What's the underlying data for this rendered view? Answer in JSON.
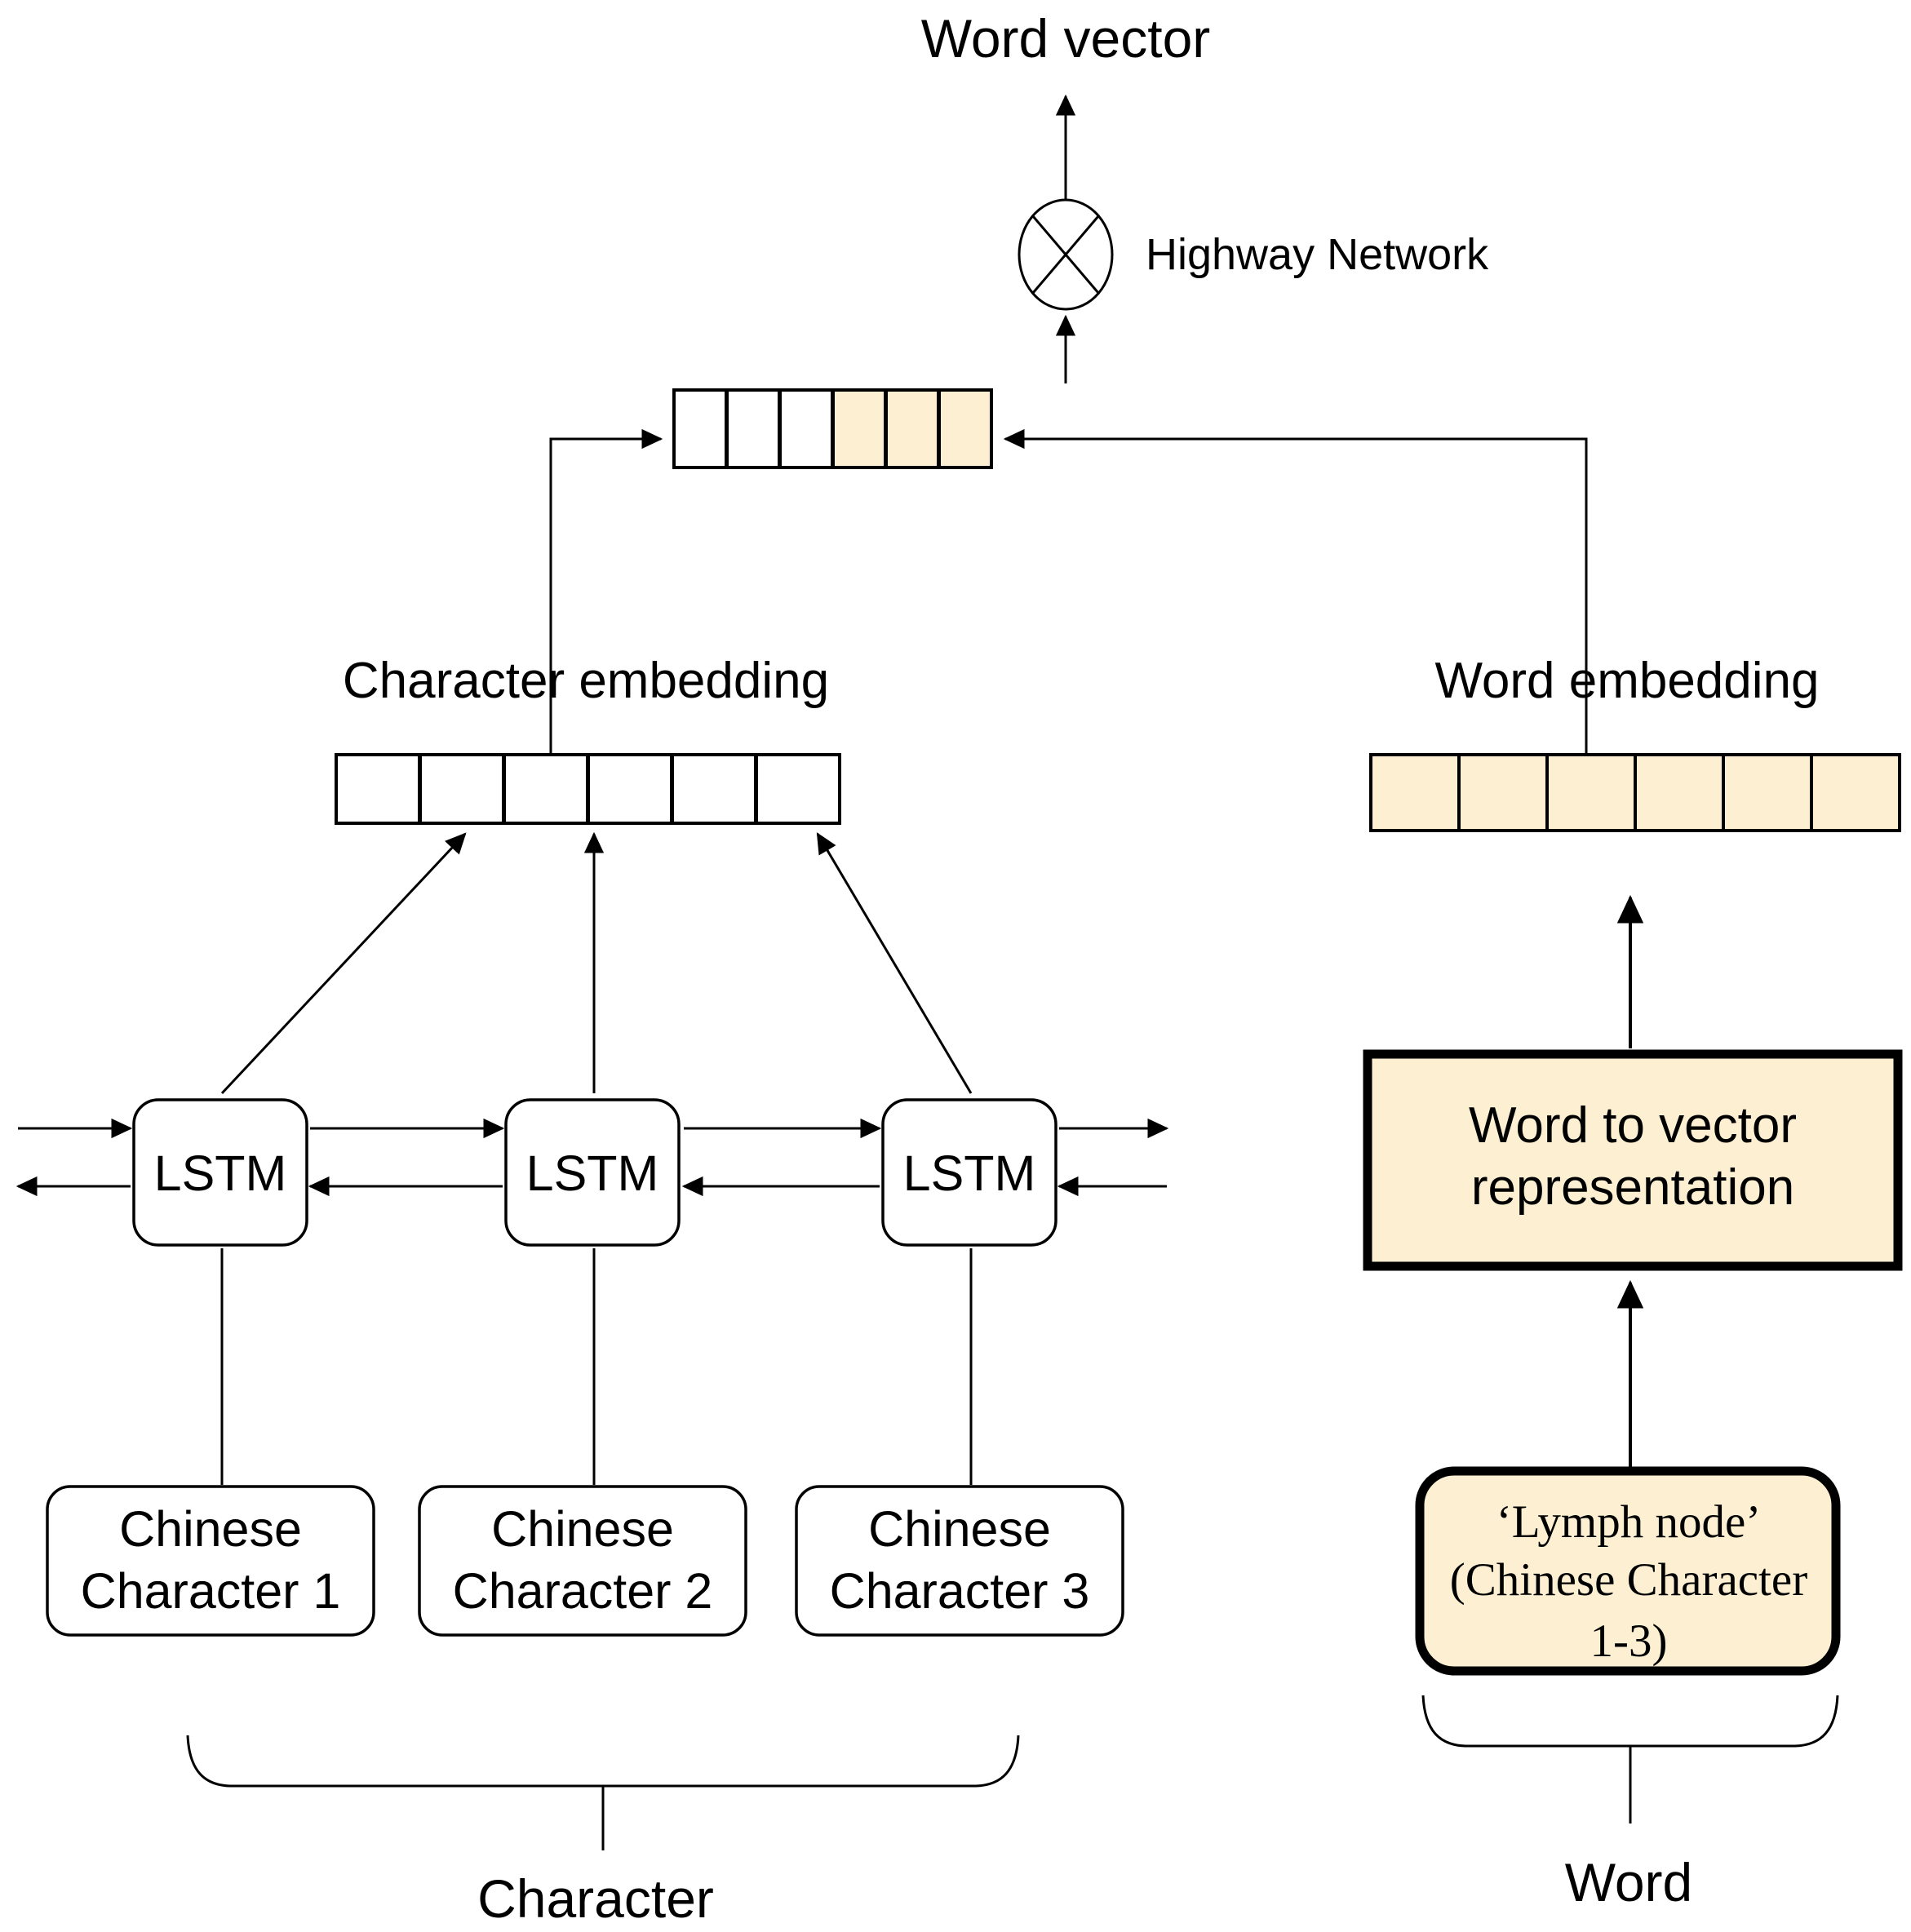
{
  "figure": {
    "type": "diagram",
    "title": "Character and word level word vector construction",
    "background": "#ffffff"
  },
  "colors": {
    "cream": "#FDEFD2",
    "stroke": "#000000",
    "white": "#FFFFFF"
  },
  "labels": {
    "word_vector": "Word vector",
    "highway_network": "Highway Network",
    "character_embedding": "Character embedding",
    "word_embedding": "Word embedding",
    "bottom_character": "Character",
    "bottom_word": "Word"
  },
  "nodes": {
    "lstm": [
      {
        "id": "lstm-1",
        "label": "LSTM"
      },
      {
        "id": "lstm-2",
        "label": "LSTM"
      },
      {
        "id": "lstm-3",
        "label": "LSTM"
      }
    ],
    "chinese_characters": [
      {
        "id": "cc-1",
        "line1": "Chinese",
        "line2": "Character 1"
      },
      {
        "id": "cc-2",
        "line1": "Chinese",
        "line2": "Character 2"
      },
      {
        "id": "cc-3",
        "line1": "Chinese",
        "line2": "Character 3"
      }
    ],
    "word_to_vector": {
      "line1": "Word to vector",
      "line2": "representation",
      "fill": "#FDEFD2"
    },
    "lymph_node": {
      "line1": "‘Lymph node’",
      "line2": "(Chinese Character",
      "line3": "1-3)",
      "fill": "#FDEFD2"
    }
  },
  "vectors": {
    "concatenated": {
      "count": 6,
      "cells": [
        {
          "fill": "#FFFFFF"
        },
        {
          "fill": "#FFFFFF"
        },
        {
          "fill": "#FFFFFF"
        },
        {
          "fill": "#FDEFD2"
        },
        {
          "fill": "#FDEFD2"
        },
        {
          "fill": "#FDEFD2"
        }
      ]
    },
    "character_embedding": {
      "count": 6,
      "cells": [
        {
          "fill": "#FFFFFF"
        },
        {
          "fill": "#FFFFFF"
        },
        {
          "fill": "#FFFFFF"
        },
        {
          "fill": "#FFFFFF"
        },
        {
          "fill": "#FFFFFF"
        },
        {
          "fill": "#FFFFFF"
        }
      ]
    },
    "word_embedding": {
      "count": 6,
      "cells": [
        {
          "fill": "#FDEFD2"
        },
        {
          "fill": "#FDEFD2"
        },
        {
          "fill": "#FDEFD2"
        },
        {
          "fill": "#FDEFD2"
        },
        {
          "fill": "#FDEFD2"
        },
        {
          "fill": "#FDEFD2"
        }
      ]
    }
  },
  "icons": {
    "highway_gate": "circle-x-icon",
    "up_arrow": "arrow-up-icon",
    "right_arrow": "arrow-right-icon",
    "left_arrow": "arrow-left-icon",
    "brace": "curly-brace-icon"
  }
}
